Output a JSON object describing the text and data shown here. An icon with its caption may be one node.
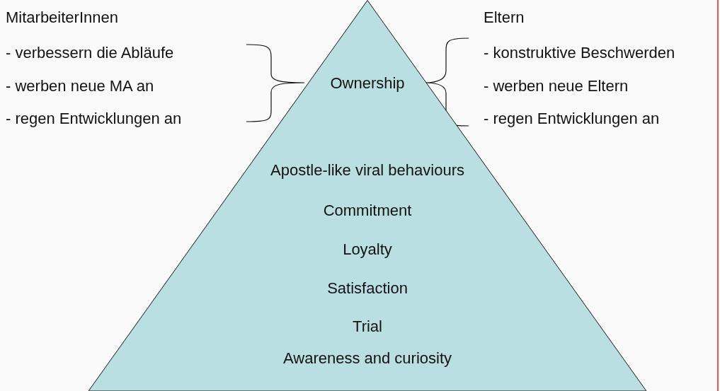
{
  "diagram": {
    "nodes": [
      {
        "text": [
          "Ownership",
          "Apostle-like viral behaviours",
          "Commitment",
          "Loyalty",
          "Satisfaction",
          "Trial",
          "Awareness and curiosity"
        ]
      }
    ],
    "labels": [
      "MitarbeiterInnen",
      "Eltern",
      "- verbessern die Abläufe",
      "- konstruktive Beschwerden",
      "- werben neue MA an",
      "- werben neue Eltern",
      "- regen Entwicklungen an",
      "- regen Entwicklungen an"
    ]
  }
}
